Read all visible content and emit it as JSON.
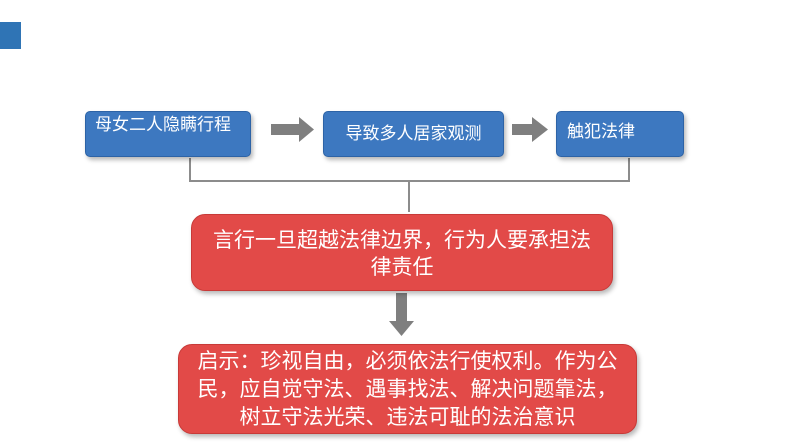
{
  "flow": {
    "steps": [
      {
        "label": "母女二人隐瞒行程"
      },
      {
        "label": "导致多人居家观测"
      },
      {
        "label": "触犯法律"
      }
    ],
    "conclusion": "言行一旦超越法律边界，行为人要承担法律责任",
    "insight": "启示：珍视自由，必须依法行使权利。作为公民，应自觉守法、遇事找法、解决问题靠法，树立守法光荣、违法可耻的法治意识"
  },
  "colors": {
    "accent_square": "#2f74b5",
    "step_box": "#3d78c0",
    "result_box": "#e24a48",
    "arrow": "#7f7f7f",
    "bracket_line": "#8c8c8c"
  }
}
